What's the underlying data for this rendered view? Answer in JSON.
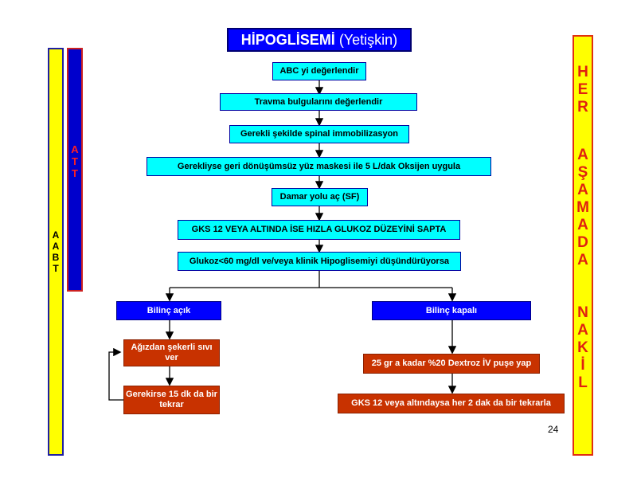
{
  "title": {
    "main": "HİPOGLİSEMİ",
    "sub": "(Yetişkin)"
  },
  "steps": [
    "ABC yi değerlendir",
    "Travma bulgularını değerlendir",
    "Gerekli şekilde spinal immobilizasyon",
    "Gerekliyse geri dönüşümsüz yüz maskesi ile 5 L/dak Oksijen uygula",
    "Damar yolu aç (SF)",
    "GKS 12 VEYA ALTINDA İSE HIZLA GLUKOZ DÜZEYİNİ SAPTA",
    "Glukoz<60 mg/dl ve/veya klinik Hipoglisemiyi düşündürüyorsa"
  ],
  "left_branch": {
    "header": "Bilinç açık",
    "step1": "Ağızdan şekerli sıvı ver",
    "step2": "Gerekirse 15 dk da bir tekrar"
  },
  "right_branch": {
    "header": "Bilinç kapalı",
    "step1": "25 gr a kadar %20 Dextroz İV puşe yap",
    "step2": "GKS 12 veya altındaysa her 2 dak da bir tekrarla"
  },
  "side_bars": {
    "abt": [
      "A",
      "A",
      "B",
      "T"
    ],
    "att": [
      "A",
      "T",
      "T"
    ],
    "her": [
      "H",
      "E",
      "R"
    ],
    "asamada": [
      "A",
      "Ş",
      "A",
      "M",
      "A",
      "D",
      "A"
    ],
    "nakil": [
      "N",
      "A",
      "K",
      "İ",
      "L"
    ]
  },
  "page_number": "24",
  "colors": {
    "cyan": "#00ffff",
    "blue": "#0000ff",
    "red": "#c83200",
    "yellow": "#ffff00"
  }
}
